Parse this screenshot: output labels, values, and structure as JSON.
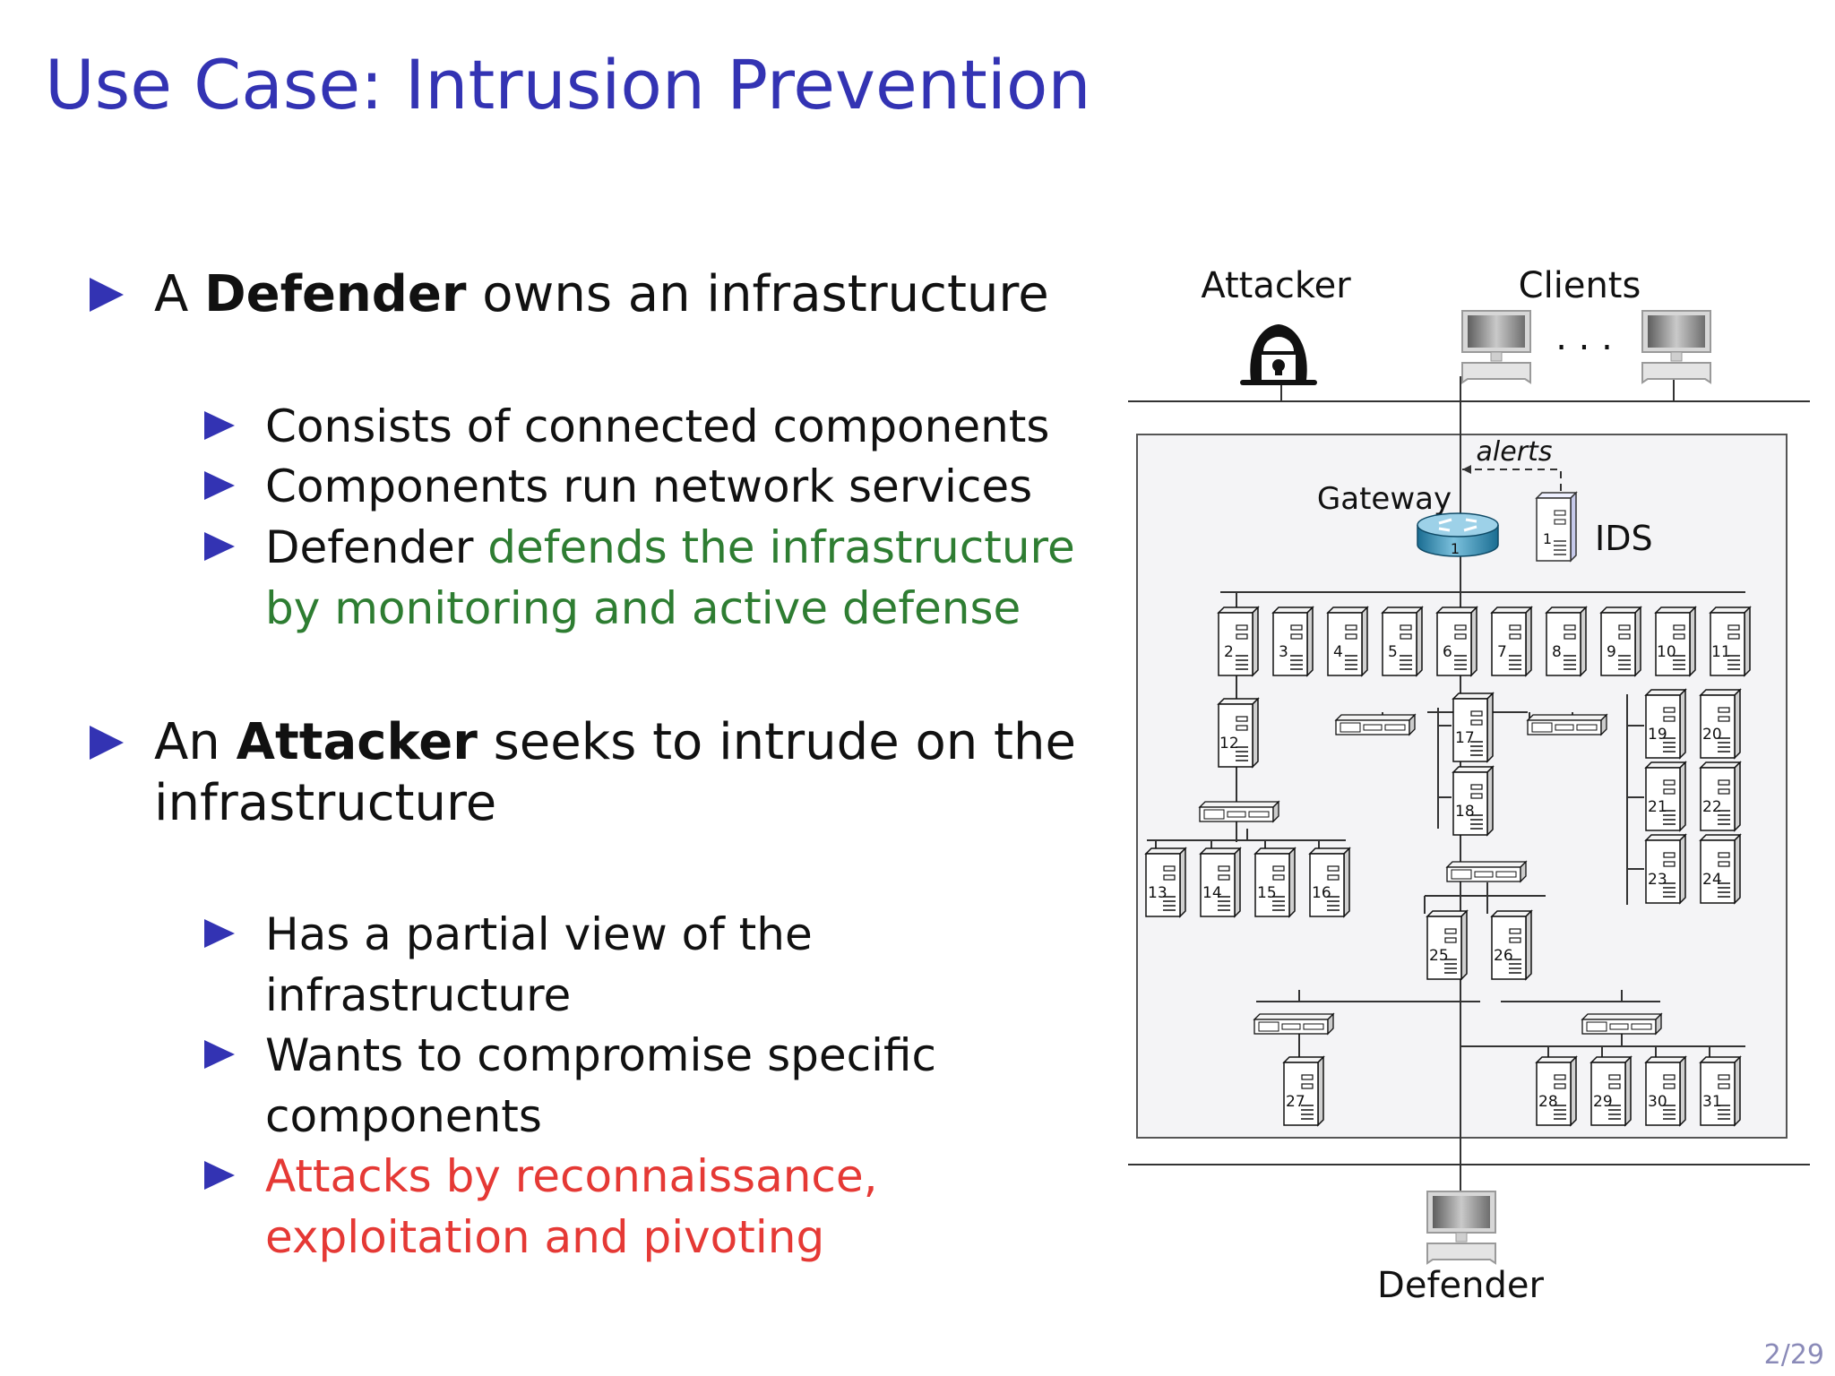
{
  "slide": {
    "title": "Use Case: Intrusion Prevention",
    "page": "2/29"
  },
  "bullets": {
    "b1": {
      "pre": "A ",
      "bold": "Defender",
      "post": " owns an infrastructure"
    },
    "b1_subs": {
      "s1": "Consists of connected components",
      "s2": "Components run network services",
      "s3_prefix": "Defender ",
      "s3_colored": "defends the infrastructure",
      "s3_line2": "by monitoring and active defense"
    },
    "b2": {
      "pre": "An ",
      "bold": "Attacker",
      "post": " seeks to intrude on the",
      "line2": "infrastructure"
    },
    "b2_subs": {
      "s1_line1": "Has a partial view of the",
      "s1_line2": "infrastructure",
      "s2_line1": "Wants to compromise specific",
      "s2_line2": "components",
      "s3_line1": "Attacks by reconnaissance,",
      "s3_line2": "exploitation and pivoting"
    }
  },
  "colors": {
    "accent": "#3333b3",
    "green": "#2e7d32",
    "red": "#e53935"
  },
  "diagram": {
    "attacker_label": "Attacker",
    "clients_label": "Clients",
    "clients_ellipsis": ". . .",
    "alerts_label": "alerts",
    "gateway_label": "Gateway",
    "gateway_id": "1",
    "ids_label": "IDS",
    "ids_id": "1",
    "defender_label": "Defender",
    "nodes": {
      "n2": "2",
      "n3": "3",
      "n4": "4",
      "n5": "5",
      "n6": "6",
      "n7": "7",
      "n8": "8",
      "n9": "9",
      "n10": "10",
      "n11": "11",
      "n12": "12",
      "n13": "13",
      "n14": "14",
      "n15": "15",
      "n16": "16",
      "n17": "17",
      "n18": "18",
      "n19": "19",
      "n20": "20",
      "n21": "21",
      "n22": "22",
      "n23": "23",
      "n24": "24",
      "n25": "25",
      "n26": "26",
      "n27": "27",
      "n28": "28",
      "n29": "29",
      "n30": "30",
      "n31": "31"
    }
  }
}
